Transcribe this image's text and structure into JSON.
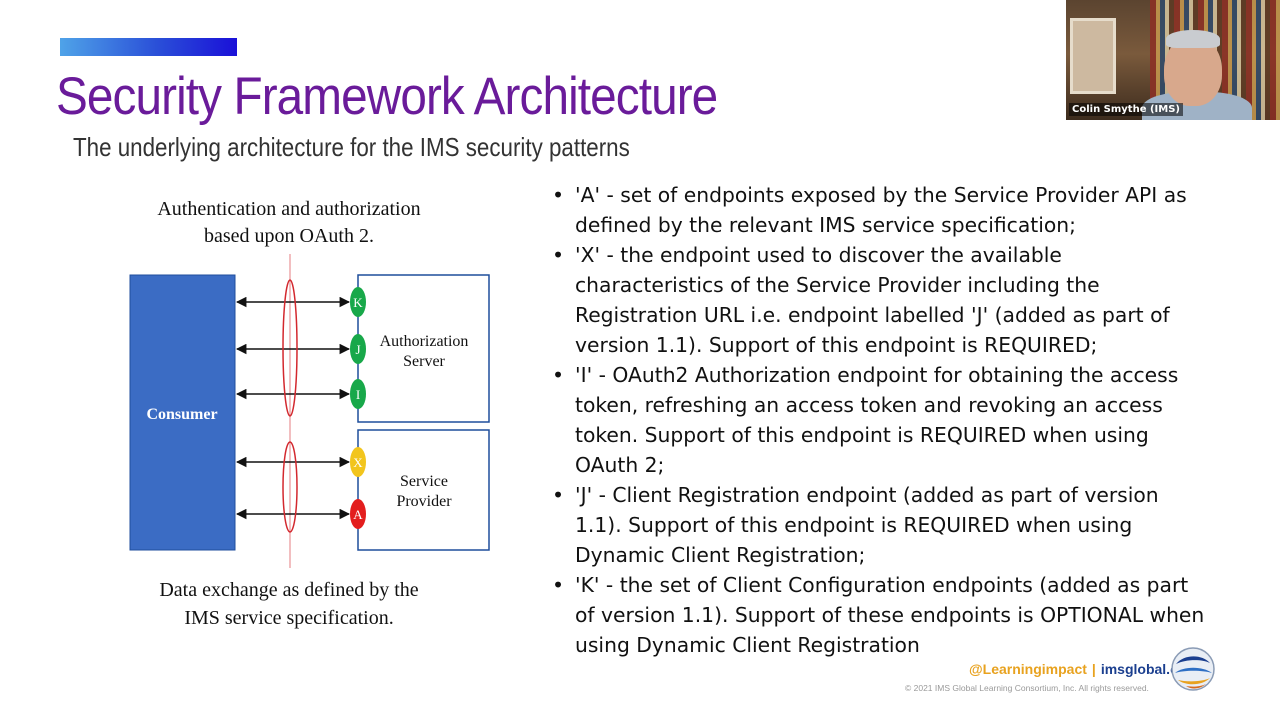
{
  "slide": {
    "title": "Security Framework Architecture",
    "subtitle": "The underlying architecture for the IMS security patterns"
  },
  "video": {
    "participant_name": "Colin Smythe (IMS)"
  },
  "diagram": {
    "top_caption_line1": "Authentication and authorization",
    "top_caption_line2": "based upon OAuth 2.",
    "consumer_label": "Consumer",
    "auth_server_line1": "Authorization",
    "auth_server_line2": "Server",
    "service_provider_line1": "Service",
    "service_provider_line2": "Provider",
    "endpoints": [
      {
        "letter": "K",
        "color": "#18a84a"
      },
      {
        "letter": "J",
        "color": "#18a84a"
      },
      {
        "letter": "I",
        "color": "#18a84a"
      },
      {
        "letter": "X",
        "color": "#f2c51d"
      },
      {
        "letter": "A",
        "color": "#e31e1e"
      }
    ],
    "bottom_caption_line1": "Data exchange as defined by the",
    "bottom_caption_line2": "IMS service specification."
  },
  "bullets": [
    "'A' - set of endpoints exposed by the Service Provider API as defined by the relevant IMS service specification;",
    "'X' - the endpoint used to discover the available characteristics of the Service Provider including the Registration URL i.e. endpoint labelled 'J' (added as part of version 1.1). Support of this endpoint is REQUIRED;",
    "'I' - OAuth2 Authorization endpoint for obtaining the access token, refreshing an access token and revoking an access token. Support of this endpoint is REQUIRED when using OAuth 2;",
    "'J' - Client Registration endpoint (added as part of version 1.1). Support of this endpoint is REQUIRED when using Dynamic Client Registration;",
    "'K' - the set of Client Configuration endpoints (added as part of version 1.1). Support of these endpoints is OPTIONAL when using Dynamic Client Registration"
  ],
  "bullet_marker": "•",
  "footer": {
    "handle": "@Learningimpact",
    "separator": "|",
    "site": "imsglobal.org",
    "copyright": "© 2021 IMS Global Learning Consortium, Inc. All rights reserved."
  },
  "colors": {
    "title": "#6a1b9a",
    "consumer_box": "#3b6cc4",
    "server_border": "#1f4e9c",
    "ellipse": "#d3282e",
    "handle": "#e8a21f",
    "site": "#1b3f8f"
  }
}
